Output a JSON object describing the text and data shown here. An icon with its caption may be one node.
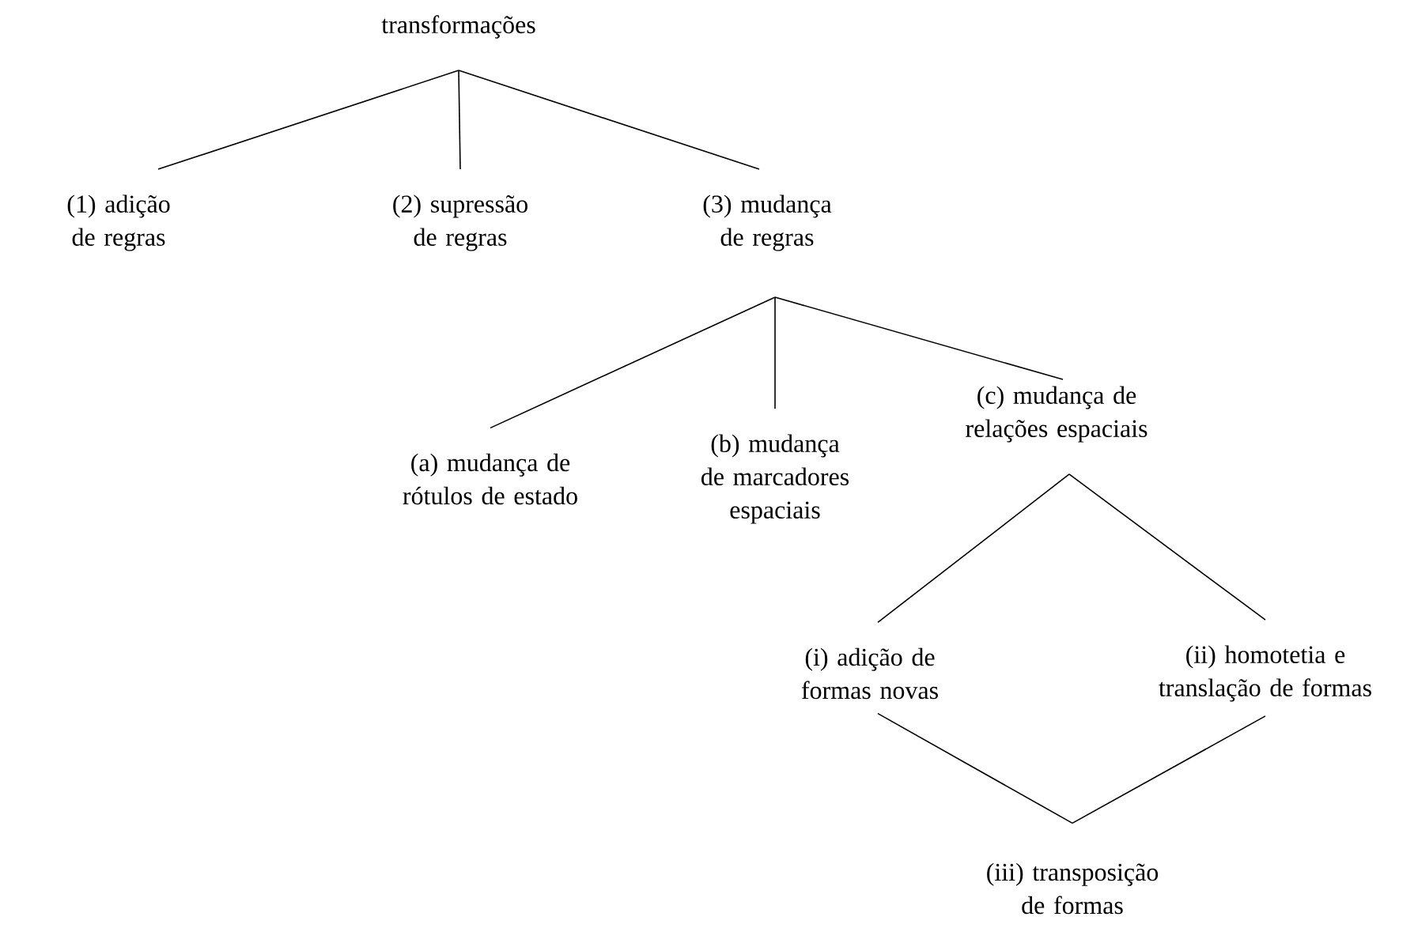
{
  "diagram": {
    "nodes": [
      {
        "text": [
          "transformações"
        ]
      },
      {
        "text": [
          "(1) adição de regras"
        ]
      },
      {
        "text": [
          "(2) supressão de regras"
        ]
      },
      {
        "text": [
          "(3) mudança de regras"
        ]
      },
      {
        "text": [
          "(a) mudança de rótulos de estado"
        ]
      },
      {
        "text": [
          "(b) mudança de marcadores espaciais"
        ]
      },
      {
        "text": [
          "(c) mudança de relações espaciais"
        ]
      },
      {
        "text": [
          "(i) adição de formas novas"
        ]
      },
      {
        "text": [
          "(ii) homotetia e translação de formas"
        ]
      },
      {
        "text": [
          "(iii) transposição de formas"
        ]
      }
    ],
    "edges": [
      {
        "from": 0,
        "to": 1,
        "arrow": "none"
      },
      {
        "from": 0,
        "to": 2,
        "arrow": "none"
      },
      {
        "from": 0,
        "to": 3,
        "arrow": "none"
      },
      {
        "from": 3,
        "to": 4,
        "arrow": "none"
      },
      {
        "from": 3,
        "to": 5,
        "arrow": "none"
      },
      {
        "from": 3,
        "to": 6,
        "arrow": "none"
      },
      {
        "from": 6,
        "to": 7,
        "arrow": "none"
      },
      {
        "from": 6,
        "to": 8,
        "arrow": "none"
      },
      {
        "from": 7,
        "to": 9,
        "arrow": "none"
      },
      {
        "from": 8,
        "to": 9,
        "arrow": "none"
      }
    ]
  }
}
